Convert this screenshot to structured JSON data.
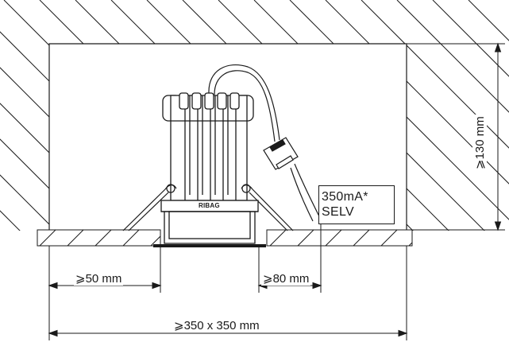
{
  "dimensions": {
    "min_side_clearance": "⩾50 mm",
    "min_cable_clearance": "⩾80 mm",
    "min_cutout_area": "⩾350 x 350 mm",
    "min_cavity_height": "⩾130 mm"
  },
  "driver_spec": {
    "current": "350mA*",
    "voltage_class": "SELV"
  },
  "fixture": {
    "brand": "RIBAG"
  }
}
